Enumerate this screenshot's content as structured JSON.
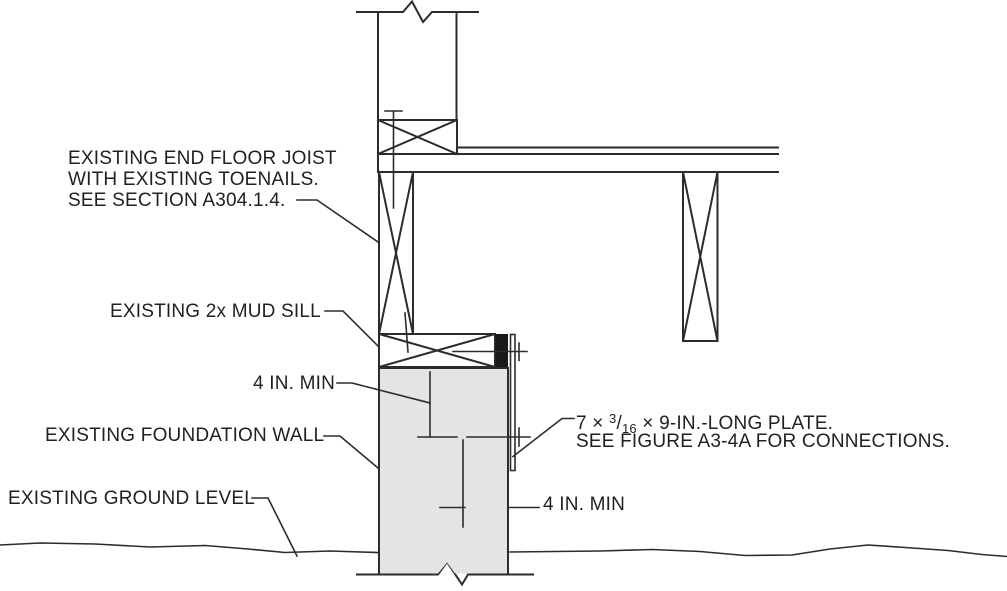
{
  "colors": {
    "background": "#ffffff",
    "line": "#2d2b2c",
    "text": "#231f20",
    "wall_fill": "#e4e3e5",
    "lumber_fill": "#ffffff",
    "steel_fill": "#1b1819"
  },
  "labels": {
    "end_floor_joist_line1": "EXISTING END FLOOR JOIST",
    "end_floor_joist_line2": "WITH EXISTING TOENAILS.",
    "end_floor_joist_line3": "SEE SECTION A304.1.4.",
    "mud_sill": "EXISTING 2x MUD SILL",
    "dim_upper": "4 IN. MIN",
    "foundation_wall": "EXISTING FOUNDATION WALL",
    "ground_level": "EXISTING GROUND LEVEL",
    "plate_prefix": "7 × ",
    "plate_fraction_numerator": "3",
    "plate_fraction_slash": "/",
    "plate_fraction_denominator": "16",
    "plate_suffix": " × 9-IN.-LONG PLATE.",
    "plate_line2": "SEE FIGURE A3-4A FOR CONNECTIONS.",
    "dim_lower": "4 IN. MIN"
  }
}
